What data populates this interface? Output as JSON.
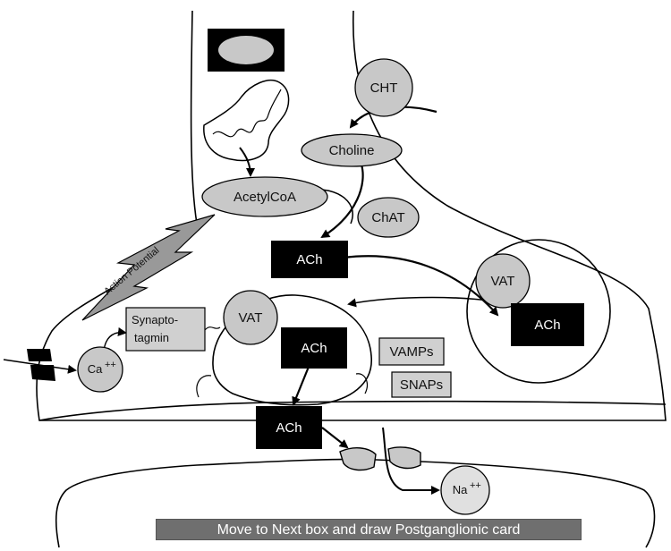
{
  "diagram": {
    "labels": {
      "cht": "CHT",
      "choline": "Choline",
      "acetylcoa": "AcetylCoA",
      "chat": "ChAT",
      "ach_synth": "ACh",
      "vat_right": "VAT",
      "ach_right_vesicle": "ACh",
      "vat_center": "VAT",
      "ach_center_vesicle": "ACh",
      "ach_released": "ACh",
      "synaptotagmin_line1": "Synapto-",
      "synaptotagmin_line2": "tagmin",
      "vamps": "VAMPs",
      "snaps": "SNAPs",
      "calcium": "Ca",
      "calcium_charge": "++",
      "sodium": "Na",
      "sodium_charge": "++",
      "action_potential": "Action Potential"
    },
    "colors": {
      "oval_fill": "#c8c8c8",
      "box_black": "#000000",
      "box_gray": "#d0d0d0",
      "bolt_fill": "#999999",
      "button_bg": "#6f6f6f"
    }
  },
  "next_button": {
    "label": "Move to Next box and draw Postganglionic card"
  }
}
